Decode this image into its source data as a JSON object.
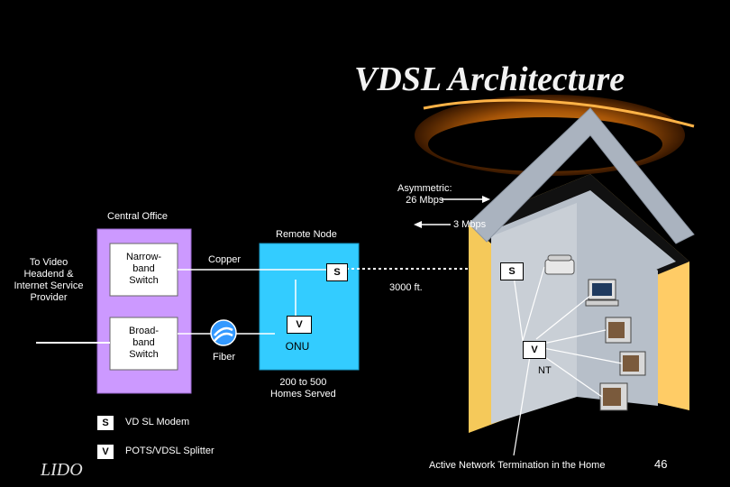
{
  "title": "VDSL Architecture",
  "asymmetric_label": "Asymmetric:",
  "downstream_rate": "26 Mbps",
  "upstream_rate": "3 Mbps",
  "central_office_label": "Central Office",
  "remote_node_label": "Remote Node",
  "to_video_lines": [
    "To Video",
    "Headend &",
    "Internet Service",
    "Provider"
  ],
  "narrowband_lines": [
    "Narrow-",
    "band",
    "Switch"
  ],
  "broadband_lines": [
    "Broad-",
    "band",
    "Switch"
  ],
  "copper_label": "Copper",
  "fiber_label": "Fiber",
  "distance_label": "3000 ft.",
  "onu_label": "ONU",
  "homes_served_lines": [
    "200 to 500",
    "Homes Served"
  ],
  "nt_label": "NT",
  "legend": {
    "s_letter": "S",
    "s_text": "VD SL Modem",
    "v_letter": "V",
    "v_text": "POTS/VDSL Splitter"
  },
  "box_s": "S",
  "box_v": "V",
  "home_caption": "Active Network Termination in the Home",
  "footer_logo": "LIDO",
  "page_number": "46",
  "colors": {
    "background": "#000000",
    "central_office": "#cc99ff",
    "remote_node": "#33ccff",
    "house_wall": "#ffcc66",
    "house_roof": "#b7bfc9",
    "swoosh": "#e07a10"
  }
}
